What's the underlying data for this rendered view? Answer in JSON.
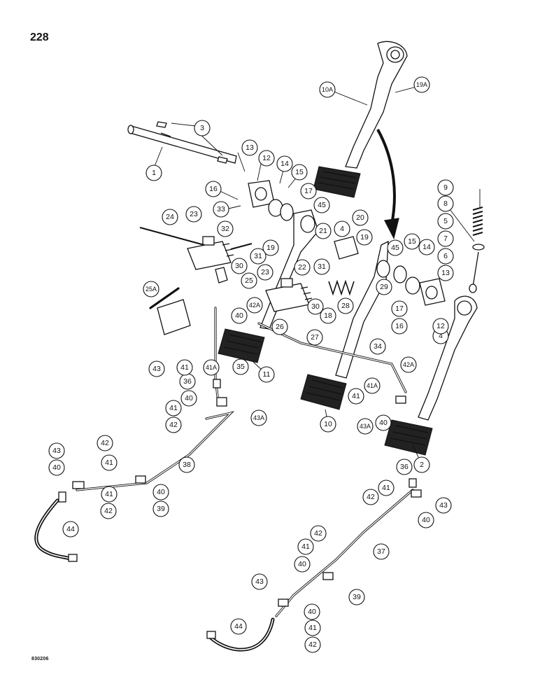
{
  "page": {
    "number": "228",
    "drawing_code": "830206"
  },
  "callouts": [
    {
      "id": "c-1",
      "label": "1"
    },
    {
      "id": "c-2",
      "label": "2"
    },
    {
      "id": "c-3",
      "label": "3"
    },
    {
      "id": "c-4a",
      "label": "4"
    },
    {
      "id": "c-4b",
      "label": "4"
    },
    {
      "id": "c-5",
      "label": "5"
    },
    {
      "id": "c-6",
      "label": "6"
    },
    {
      "id": "c-7",
      "label": "7"
    },
    {
      "id": "c-8",
      "label": "8"
    },
    {
      "id": "c-9",
      "label": "9"
    },
    {
      "id": "c-10",
      "label": "10"
    },
    {
      "id": "c-10a",
      "label": "10A"
    },
    {
      "id": "c-11",
      "label": "11"
    },
    {
      "id": "c-12a",
      "label": "12"
    },
    {
      "id": "c-12b",
      "label": "12"
    },
    {
      "id": "c-13a",
      "label": "13"
    },
    {
      "id": "c-13b",
      "label": "13"
    },
    {
      "id": "c-14a",
      "label": "14"
    },
    {
      "id": "c-14b",
      "label": "14"
    },
    {
      "id": "c-15a",
      "label": "15"
    },
    {
      "id": "c-15b",
      "label": "15"
    },
    {
      "id": "c-16a",
      "label": "16"
    },
    {
      "id": "c-16b",
      "label": "16"
    },
    {
      "id": "c-17a",
      "label": "17"
    },
    {
      "id": "c-17b",
      "label": "17"
    },
    {
      "id": "c-18",
      "label": "18"
    },
    {
      "id": "c-19a",
      "label": "19"
    },
    {
      "id": "c-19b",
      "label": "19"
    },
    {
      "id": "c-19A",
      "label": "19A"
    },
    {
      "id": "c-20",
      "label": "20"
    },
    {
      "id": "c-21",
      "label": "21"
    },
    {
      "id": "c-22",
      "label": "22"
    },
    {
      "id": "c-23a",
      "label": "23"
    },
    {
      "id": "c-23b",
      "label": "23"
    },
    {
      "id": "c-24",
      "label": "24"
    },
    {
      "id": "c-25",
      "label": "25"
    },
    {
      "id": "c-25A",
      "label": "25A"
    },
    {
      "id": "c-26",
      "label": "26"
    },
    {
      "id": "c-27",
      "label": "27"
    },
    {
      "id": "c-28",
      "label": "28"
    },
    {
      "id": "c-29",
      "label": "29"
    },
    {
      "id": "c-30a",
      "label": "30"
    },
    {
      "id": "c-30b",
      "label": "30"
    },
    {
      "id": "c-31a",
      "label": "31"
    },
    {
      "id": "c-31b",
      "label": "31"
    },
    {
      "id": "c-32",
      "label": "32"
    },
    {
      "id": "c-33",
      "label": "33"
    },
    {
      "id": "c-34",
      "label": "34"
    },
    {
      "id": "c-35",
      "label": "35"
    },
    {
      "id": "c-36a",
      "label": "36"
    },
    {
      "id": "c-36b",
      "label": "36"
    },
    {
      "id": "c-37",
      "label": "37"
    },
    {
      "id": "c-38",
      "label": "38"
    },
    {
      "id": "c-39a",
      "label": "39"
    },
    {
      "id": "c-39b",
      "label": "39"
    },
    {
      "id": "c-40a",
      "label": "40"
    },
    {
      "id": "c-40b",
      "label": "40"
    },
    {
      "id": "c-40c",
      "label": "40"
    },
    {
      "id": "c-40d",
      "label": "40"
    },
    {
      "id": "c-40e",
      "label": "40"
    },
    {
      "id": "c-40f",
      "label": "40"
    },
    {
      "id": "c-40g",
      "label": "40"
    },
    {
      "id": "c-40h",
      "label": "40"
    },
    {
      "id": "c-41a",
      "label": "41"
    },
    {
      "id": "c-41b",
      "label": "41"
    },
    {
      "id": "c-41c",
      "label": "41"
    },
    {
      "id": "c-41d",
      "label": "41"
    },
    {
      "id": "c-41e",
      "label": "41"
    },
    {
      "id": "c-41f",
      "label": "41"
    },
    {
      "id": "c-41g",
      "label": "41"
    },
    {
      "id": "c-41h",
      "label": "41"
    },
    {
      "id": "c-41Aa",
      "label": "41A"
    },
    {
      "id": "c-41Ab",
      "label": "41A"
    },
    {
      "id": "c-42a",
      "label": "42"
    },
    {
      "id": "c-42b",
      "label": "42"
    },
    {
      "id": "c-42c",
      "label": "42"
    },
    {
      "id": "c-42d",
      "label": "42"
    },
    {
      "id": "c-42e",
      "label": "42"
    },
    {
      "id": "c-42f",
      "label": "42"
    },
    {
      "id": "c-42Aa",
      "label": "42A"
    },
    {
      "id": "c-42Ab",
      "label": "42A"
    },
    {
      "id": "c-43a",
      "label": "43"
    },
    {
      "id": "c-43b",
      "label": "43"
    },
    {
      "id": "c-43c",
      "label": "43"
    },
    {
      "id": "c-43d",
      "label": "43"
    },
    {
      "id": "c-43Aa",
      "label": "43A"
    },
    {
      "id": "c-43Ab",
      "label": "43A"
    },
    {
      "id": "c-44a",
      "label": "44"
    },
    {
      "id": "c-44b",
      "label": "44"
    },
    {
      "id": "c-45a",
      "label": "45"
    },
    {
      "id": "c-45b",
      "label": "45"
    }
  ]
}
